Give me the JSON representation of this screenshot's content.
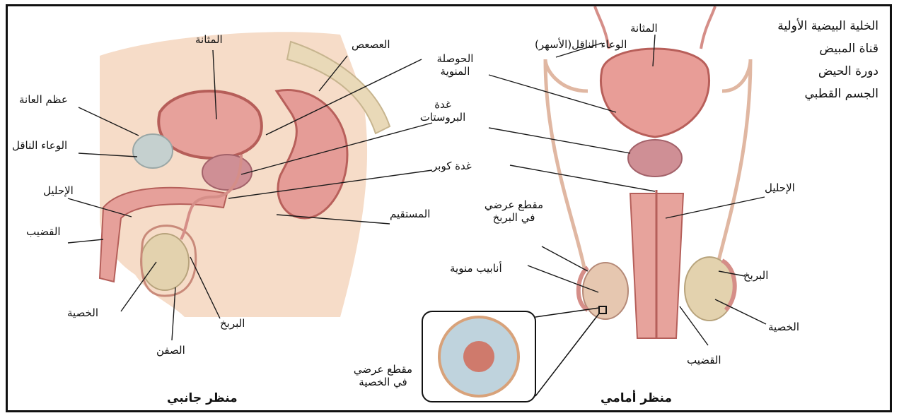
{
  "side_list": [
    "الخلية البيضية الأولية",
    "قناة المبيض",
    "دورة الحيض",
    "الجسم القطبي"
  ],
  "side_view": {
    "caption": "منظر جانبي",
    "labels": {
      "bladder": "المثانة",
      "coccyx": "العصعص",
      "seminal_vesicle": "الحوصلة المنوية",
      "prostate": "غدة البروستات",
      "cowper": "غدة كوبر",
      "pubic_bone": "عظم العانة",
      "vas_deferens": "الوعاء الناقل",
      "urethra": "الإحليل",
      "penis": "القضيب",
      "rectum": "المستقيم",
      "testis": "الخصية",
      "scrotum": "الصفن",
      "epididymis": "البربخ"
    }
  },
  "front_view": {
    "caption": "منظر أمامي",
    "labels": {
      "bladder": "المثانة",
      "vas_deferens": "الوعاء الناقل(الأسهر)",
      "urethra": "الإحليل",
      "epididymis_section": "مقطع عرضي في البربخ",
      "seminiferous_tubules": "أنابيب منوية",
      "testis_section": "مقطع عرضي في الخصية",
      "epididymis": "البربخ",
      "testis": "الخصية",
      "penis": "القضيب"
    }
  },
  "colors": {
    "tissue": "#e9a7a0",
    "tissue_dark": "#c9706c",
    "skin": "#f4d3bd",
    "bone": "#c9d3d2",
    "testis": "#e4d4b2",
    "line": "#1a1a1a"
  }
}
